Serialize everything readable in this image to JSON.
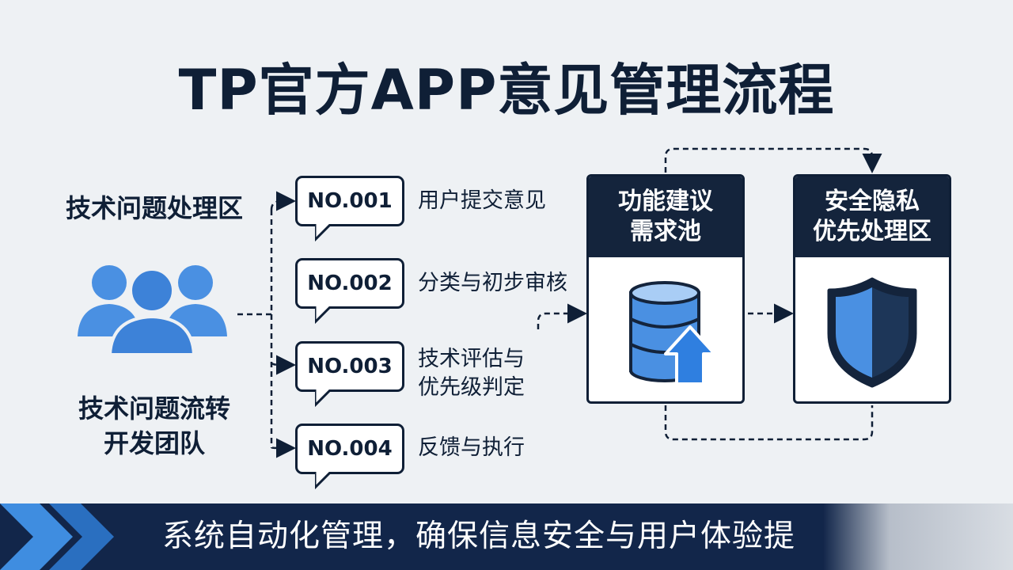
{
  "title": "TP官方APP意见管理流程",
  "left": {
    "top_label": "技术问题处理区",
    "bottom_label_line1": "技术问题流转",
    "bottom_label_line2": "开发团队"
  },
  "steps": [
    {
      "code": "NO.001",
      "label": "用户提交意见"
    },
    {
      "code": "NO.002",
      "label": "分类与初步审核"
    },
    {
      "code": "NO.003",
      "label_line1": "技术评估与",
      "label_line2": "优先级判定"
    },
    {
      "code": "NO.004",
      "label": "反馈与执行"
    }
  ],
  "panels": [
    {
      "title_line1": "功能建议",
      "title_line2": "需求池",
      "icon": "database-upload-icon"
    },
    {
      "title_line1": "安全隐私",
      "title_line2": "优先处理区",
      "icon": "shield-icon"
    }
  ],
  "banner": {
    "text": "系统自动化管理，确保信息安全与用户体验提"
  },
  "colors": {
    "navy": "#0f1f36",
    "blue": "#4a90e2",
    "background": "#eef1f4",
    "banner": "#12264a"
  }
}
